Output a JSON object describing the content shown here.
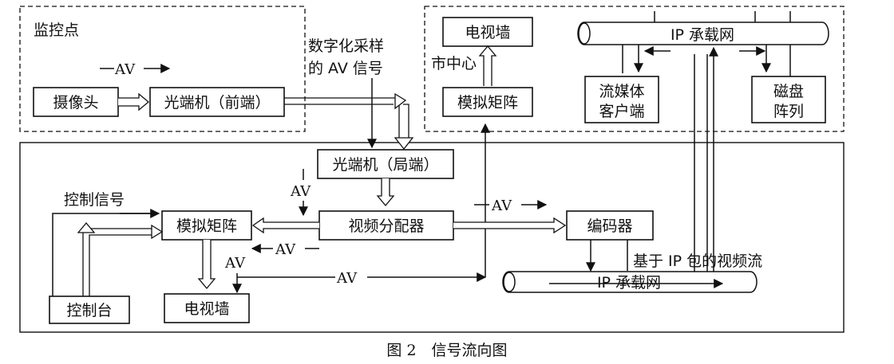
{
  "regions": {
    "monitoring_point": "监控点",
    "city_center": "市中心"
  },
  "nodes": {
    "camera": "摄像头",
    "optical_front": "光端机（前端）",
    "optical_local": "光端机（局端）",
    "video_distributor": "视频分配器",
    "analog_matrix_local": "模拟矩阵",
    "analog_matrix_center": "模拟矩阵",
    "tv_wall_center": "电视墙",
    "tv_wall_local": "电视墙",
    "console": "控制台",
    "encoder": "编码器",
    "streaming_client_line1": "流媒体",
    "streaming_client_line2": "客户端",
    "disk_array_line1": "磁盘",
    "disk_array_line2": "阵列",
    "ip_network_top": "IP 承载网",
    "ip_network_bottom": "IP 承载网"
  },
  "labels": {
    "av_monitor": "AV",
    "digitized_line1": "数字化采样",
    "digitized_line2": "的 AV 信号",
    "av_vertical": "AV",
    "control_signal": "控制信号",
    "av_distributor_encoder": "AV",
    "av_back_to_matrix": "AV",
    "av_matrix_down": "AV",
    "av_bottom_long": "AV",
    "ip_video_stream": "基于 IP 包的视频流"
  },
  "caption": "图 2　信号流向图"
}
